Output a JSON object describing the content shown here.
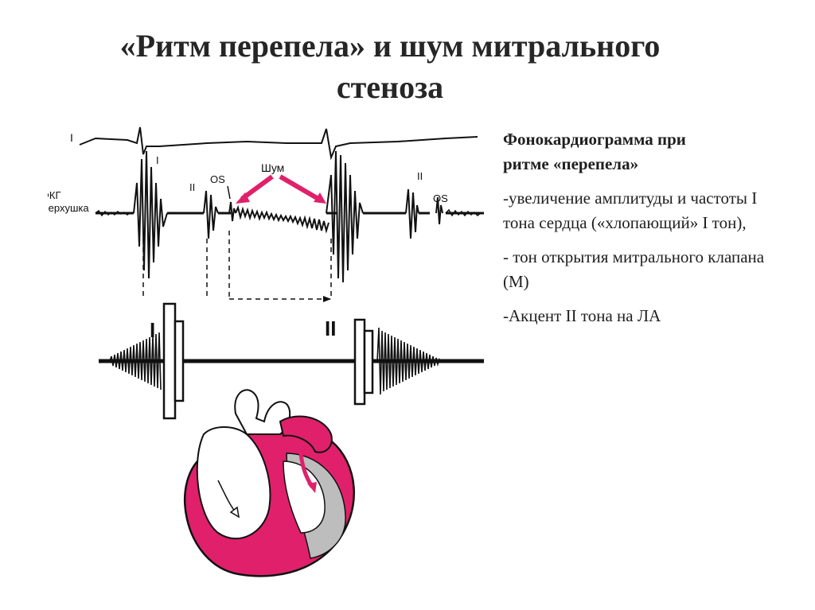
{
  "title": {
    "line1": "«Ритм перепела» и шум митрального",
    "line2": "стеноза"
  },
  "text_block": {
    "heading_line1": "Фонокардиограмма при",
    "heading_line2": "ритме «перепела»",
    "bullets": [
      "-увеличение амплитуды и частоты I тона сердца («хлопающий» I тон),",
      "- тон открытия митрального клапана (М)",
      "-Акцент II тона на ЛА"
    ]
  },
  "figure": {
    "labels": {
      "ecg_lead": "I",
      "pcg_line1": "ФКГ",
      "pcg_line2": "Верхушка",
      "first_tone_1": "I",
      "second_tone_1": "II",
      "os_1": "OS",
      "murmur": "Шум",
      "second_tone_2": "II",
      "os_2": "OS",
      "diagram_first": "I",
      "diagram_second": "II"
    },
    "colors": {
      "accent": "#e0206a",
      "ink": "#111111",
      "heart_gray": "#bdbdbd"
    }
  }
}
